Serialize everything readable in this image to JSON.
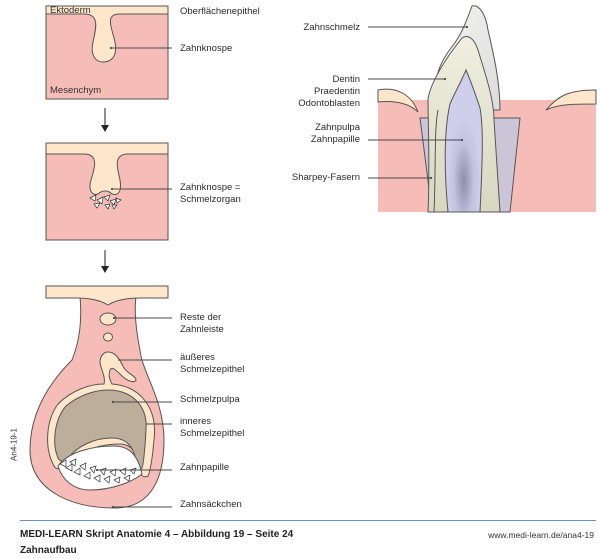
{
  "figure": {
    "title": "Zahnaufbau",
    "source": "MEDI-LEARN Skript Anatomie 4 – Abbildung 19 – Seite 24",
    "url": "www.medi-learn.de/ana4-19",
    "code": "An4-19-1"
  },
  "colors": {
    "ectoderm": "#fde6c9",
    "mesenchyme": "#f6bcb8",
    "enamel": "#ececea",
    "dentin": "#e3e2cf",
    "pulp": "#c9c8e6",
    "periodontal": "#cac6d8",
    "enamel_pulp": "#bcae9b",
    "outline": "#555555",
    "footer_rule": "#6b8fbf"
  },
  "stage1": {
    "ectoderm_label": "Ektoderm",
    "mesenchyme_label": "Mesenchym",
    "labels": [
      "Oberflächenepithel",
      "Zahnknospe"
    ]
  },
  "stage2": {
    "labels": [
      "Zahnknospe =",
      "Schmelzorgan"
    ]
  },
  "stage3": {
    "labels": {
      "zahnleiste": [
        "Reste der",
        "Zahnleiste"
      ],
      "aeusseres": [
        "äußeres",
        "Schmelzepithel"
      ],
      "schmelzpulpa": "Schmelzpulpa",
      "inneres": [
        "inneres",
        "Schmelzepithel"
      ],
      "zahnpapille": "Zahnpapille",
      "zahnsaeckchen": "Zahnsäckchen"
    }
  },
  "tooth": {
    "labels": {
      "zahnschmelz": "Zahnschmelz",
      "dentin": [
        "Dentin",
        "Praedentin",
        "Odontoblasten"
      ],
      "pulpa": [
        "Zahnpulpa",
        "Zahnpapille"
      ],
      "sharpey": "Sharpey-Fasern"
    }
  }
}
